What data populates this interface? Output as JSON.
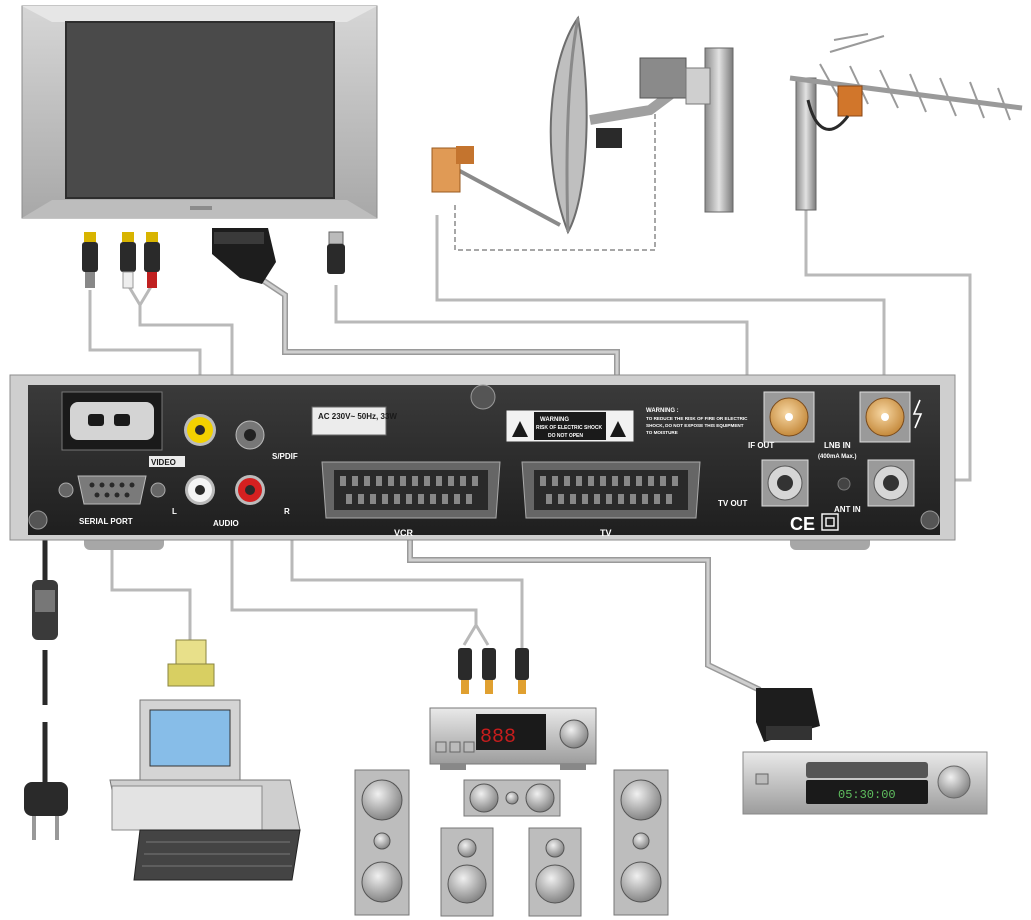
{
  "receiver": {
    "power_label": "AC 230V~ 50Hz, 33W",
    "video_label": "VIDEO",
    "spdif_label": "S/PDIF",
    "audio_label": "AUDIO",
    "audio_l": "L",
    "audio_r": "R",
    "serial_label": "SERIAL PORT",
    "vcr_label": "VCR",
    "tv_label": "TV",
    "if_out_label": "IF OUT",
    "lnb_in_label": "LNB IN",
    "lnb_in_sub": "(400mA Max.)",
    "tv_out_label": "TV OUT",
    "ant_in_label": "ANT IN",
    "warning_box_line1": "WARNING",
    "warning_box_line2": "RISK OF ELECTRIC SHOCK",
    "warning_box_line3": "DO NOT OPEN",
    "warning_text_title": "WARNING :",
    "warning_text_l1": "TO REDUCE THE RISK OF FIRE OR ELECTRIC",
    "warning_text_l2": "SHOCK, DO NOT EXPOSE THIS EQUIPMENT",
    "warning_text_l3": "TO MOISTURE",
    "ce_mark": "CE"
  },
  "vcr_display": "05:30:00",
  "amp_display": "888",
  "colors": {
    "chassis": "#2e2e2e",
    "panel": "#c8c8c8",
    "rca_yellow": "#f2d200",
    "rca_red": "#d42020",
    "rca_white": "#f4f4f4",
    "gold": "#e8b36a",
    "cable": "#a9a9a9",
    "tv_screen": "#4a4a4a"
  }
}
